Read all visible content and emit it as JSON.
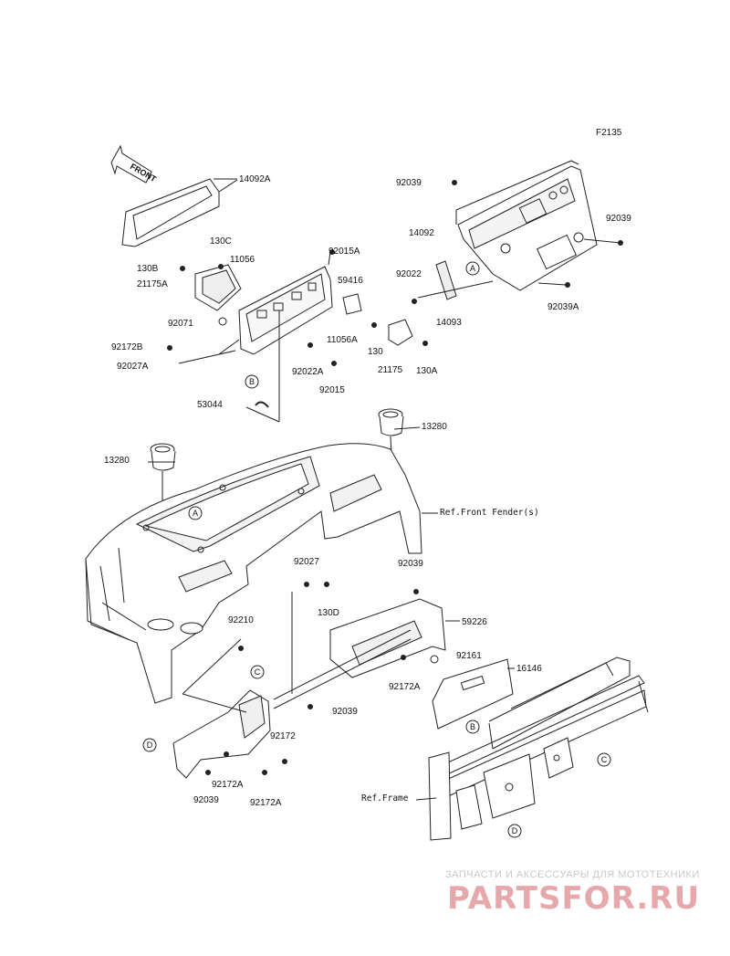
{
  "figure_code": "F2135",
  "front_arrow": "FRONT",
  "callouts": [
    "A",
    "A",
    "B",
    "B",
    "C",
    "C",
    "D",
    "D"
  ],
  "labels": {
    "p14092A": "14092A",
    "p130C": "130C",
    "p11056": "11056",
    "p130B": "130B",
    "p21175A": "21175A",
    "p92071": "92071",
    "p92172B": "92172B",
    "p92027A": "92027A",
    "p53044": "53044",
    "p92015A": "92015A",
    "p59416": "59416",
    "p11056A": "11056A",
    "p130": "130",
    "p21175": "21175",
    "p130A": "130A",
    "p92022A": "92022A",
    "p92015": "92015",
    "p92039_a": "92039",
    "p14092": "14092",
    "p92022": "92022",
    "p14093": "14093",
    "p92039_b": "92039",
    "p92039A": "92039A",
    "p13280_a": "13280",
    "p13280_b": "13280",
    "refFender": "Ref.Front Fender(s)",
    "p92027": "92027",
    "p130D": "130D",
    "p92039_c": "92039",
    "p59226": "59226",
    "p92210": "92210",
    "p92161": "92161",
    "p16146": "16146",
    "p92172A_a": "92172A",
    "p92039_d": "92039",
    "p92172": "92172",
    "p92172A_b": "92172A",
    "p92039_e": "92039",
    "p92172A_c": "92172A",
    "refFrame": "Ref.Frame"
  },
  "watermark": {
    "subtitle": "ЗАПЧАСТИ И АКСЕССУАРЫ ДЛЯ МОТОТЕХНИКИ",
    "logo": "PARTSFOR.RU"
  }
}
